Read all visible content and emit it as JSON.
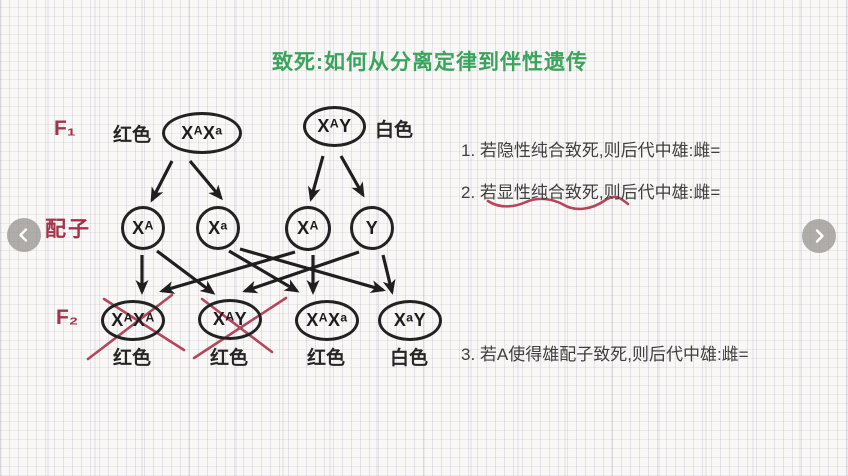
{
  "title": "致死:如何从分离定律到伴性遗传",
  "diagram": {
    "row_labels": [
      "F₁",
      "配子",
      "F₂"
    ],
    "f1": {
      "mother_phenotype": "红色",
      "mother_genotype": "XᴬXᵃ",
      "father_genotype": "XᴬY",
      "father_phenotype": "白色"
    },
    "gametes": [
      "Xᴬ",
      "Xᵃ",
      "Xᴬ",
      "Y"
    ],
    "f2": [
      {
        "genotype": "XᴬXᴬ",
        "phenotype": "红色",
        "crossed_out": true
      },
      {
        "genotype": "XᴬY",
        "phenotype": "红色",
        "crossed_out": true
      },
      {
        "genotype": "XᴬXᵃ",
        "phenotype": "红色",
        "crossed_out": false
      },
      {
        "genotype": "XᵃY",
        "phenotype": "白色",
        "crossed_out": false
      }
    ]
  },
  "questions": [
    "1. 若隐性纯合致死,则后代中雄:雌=",
    "2. 若显性纯合致死,则后代中雄:雌=",
    "3. 若A使得雄配子致死,则后代中雄:雌="
  ],
  "icons": {
    "prev": "chevron-left-icon",
    "next": "chevron-right-icon"
  },
  "colors": {
    "title_green": "#3ba45c",
    "label_crimson": "#a43349",
    "annotation_red": "#b5455b",
    "ink": "#222222",
    "body_text": "#3f3f3f",
    "nav_gray": "#a7a4a1"
  }
}
